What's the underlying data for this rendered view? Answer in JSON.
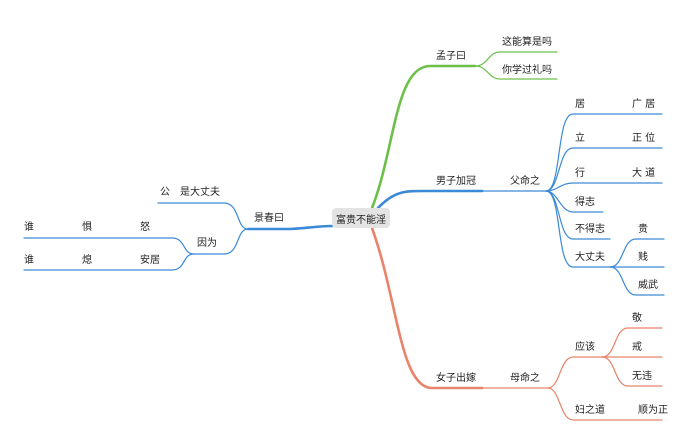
{
  "colors": {
    "green": "#6cc04a",
    "blue": "#3b8ad8",
    "orange": "#e8836c",
    "root_bg": "#e3e3e3"
  },
  "root": "富贵不能淫",
  "mengzi": {
    "title": "孟子曰",
    "items": [
      "这能算是吗",
      "你学过礼吗"
    ]
  },
  "nanzi": {
    "title": "男子加冠",
    "sub": "父命之",
    "items": [
      {
        "left": "居",
        "right": "广 居"
      },
      {
        "left": "立",
        "right": "正 位"
      },
      {
        "left": "行",
        "right": "大 道"
      },
      {
        "left": "得志",
        "right": ""
      },
      {
        "left": "不得志",
        "right": "贵"
      },
      {
        "left": "大丈夫",
        "right": "贱"
      },
      {
        "left": "",
        "right": "威武"
      }
    ]
  },
  "nvzi": {
    "title": "女子出嫁",
    "sub": "母命之",
    "yinggai": "应该",
    "yinggai_items": [
      "敬",
      "戒",
      "无违"
    ],
    "fuzhidao": "妇之道",
    "fuzhidao_item": "顺为正"
  },
  "jingchun": {
    "title": "景春曰",
    "gong": "公",
    "gong_text": "是大丈夫",
    "yinwei": "因为",
    "rows": [
      {
        "a": "谁",
        "b": "惧",
        "c": "怒"
      },
      {
        "a": "谁",
        "b": "熄",
        "c": "安居"
      }
    ]
  }
}
